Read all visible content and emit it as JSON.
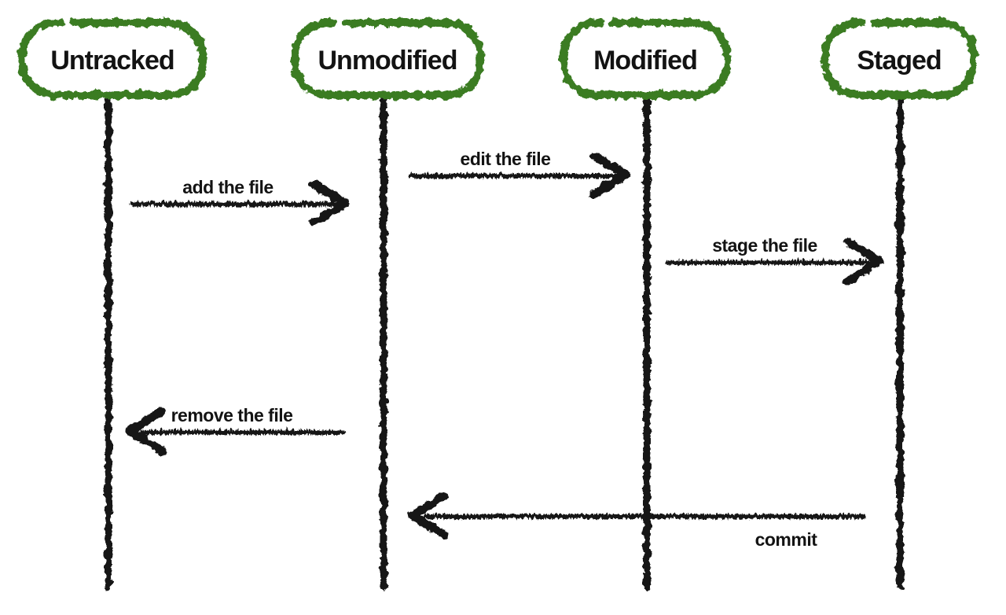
{
  "diagram_type": "sequence-diagram",
  "colors": {
    "background": "#ffffff",
    "actor_border_green": "#3a7b22",
    "ink_black": "#151515"
  },
  "actors": [
    {
      "label": "Untracked"
    },
    {
      "label": "Unmodified"
    },
    {
      "label": "Modified"
    },
    {
      "label": "Staged"
    }
  ],
  "messages": [
    {
      "label": "add the file",
      "from": "Untracked",
      "to": "Unmodified",
      "direction": "right",
      "label_position": "above"
    },
    {
      "label": "edit the file",
      "from": "Unmodified",
      "to": "Modified",
      "direction": "right",
      "label_position": "above"
    },
    {
      "label": "stage the file",
      "from": "Modified",
      "to": "Staged",
      "direction": "right",
      "label_position": "above"
    },
    {
      "label": "remove the file",
      "from": "Unmodified",
      "to": "Untracked",
      "direction": "left",
      "label_position": "above"
    },
    {
      "label": "commit",
      "from": "Staged",
      "to": "Unmodified",
      "direction": "left",
      "label_position": "below"
    }
  ]
}
